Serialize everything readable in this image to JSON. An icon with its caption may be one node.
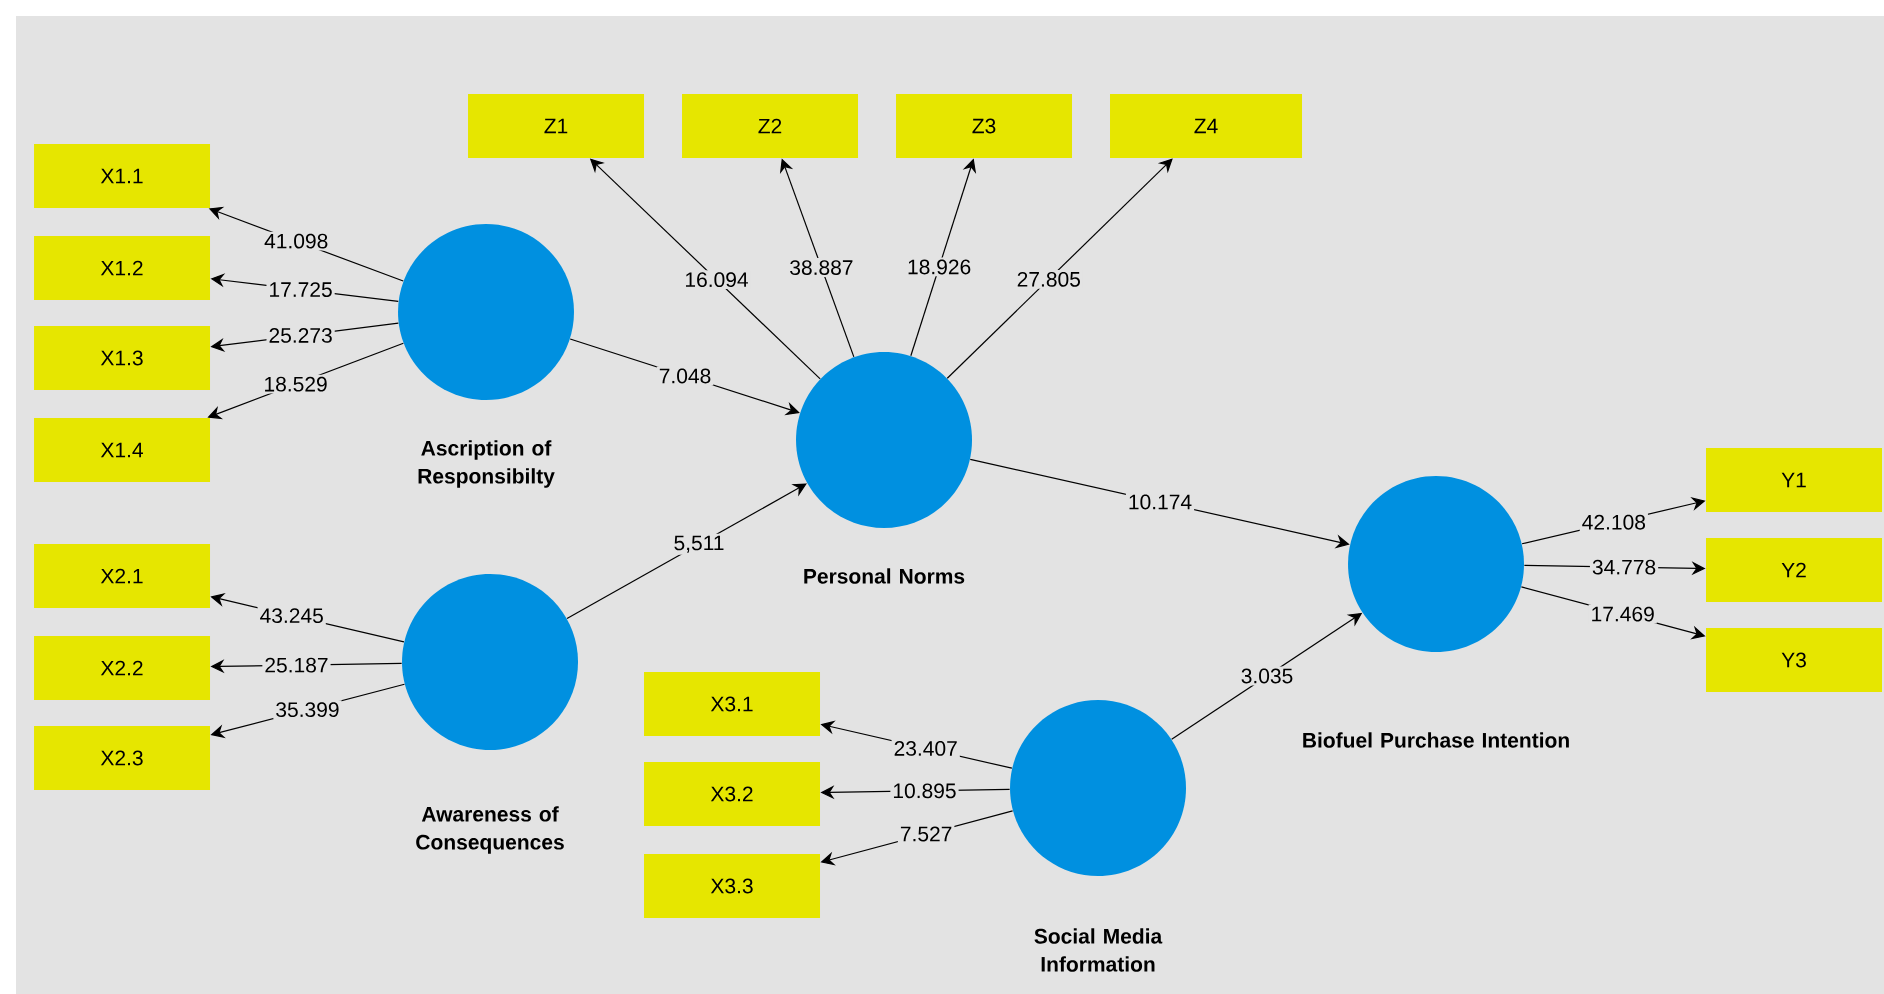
{
  "diagram": {
    "nodes": [
      {
        "text": [
          "Z1"
        ]
      },
      {
        "text": [
          "Z2"
        ]
      },
      {
        "text": [
          "Z3"
        ]
      },
      {
        "text": [
          "Z4"
        ]
      },
      {
        "text": [
          "X1.1"
        ]
      },
      {
        "text": [
          "X1.2"
        ]
      },
      {
        "text": [
          "X1.3"
        ]
      },
      {
        "text": [
          "X1.4"
        ]
      },
      {
        "text": [
          "Ascription of Responsibilty"
        ]
      },
      {
        "text": [
          "Personal Norms"
        ]
      },
      {
        "text": [
          "X2.1"
        ]
      },
      {
        "text": [
          "X2.2"
        ]
      },
      {
        "text": [
          "X2.3"
        ]
      },
      {
        "text": [
          "Awareness of Consequences"
        ]
      },
      {
        "text": [
          "X3.1"
        ]
      },
      {
        "text": [
          "X3.2"
        ]
      },
      {
        "text": [
          "X3.3"
        ]
      },
      {
        "text": [
          "Social Media Information"
        ]
      },
      {
        "text": [
          "Biofuel Purchase Intention"
        ]
      },
      {
        "text": [
          "Y1"
        ]
      },
      {
        "text": [
          "Y2"
        ]
      },
      {
        "text": [
          "Y3"
        ]
      }
    ],
    "edges": [
      {
        "from": 9,
        "to": 0,
        "arrow": "to",
        "label": "16.094"
      },
      {
        "from": 9,
        "to": 1,
        "arrow": "to",
        "label": "38.887"
      },
      {
        "from": 9,
        "to": 2,
        "arrow": "to",
        "label": "18.926"
      },
      {
        "from": 9,
        "to": 3,
        "arrow": "to",
        "label": "27.805"
      },
      {
        "from": 8,
        "to": 4,
        "arrow": "to",
        "label": "41.098"
      },
      {
        "from": 8,
        "to": 5,
        "arrow": "to",
        "label": "17.725"
      },
      {
        "from": 8,
        "to": 6,
        "arrow": "to",
        "label": "25.273"
      },
      {
        "from": 8,
        "to": 7,
        "arrow": "to",
        "label": "18.529"
      },
      {
        "from": 8,
        "to": 9,
        "arrow": "to",
        "label": "7.048"
      },
      {
        "from": 13,
        "to": 9,
        "arrow": "to",
        "label": "5,511"
      },
      {
        "from": 9,
        "to": 18,
        "arrow": "to",
        "label": "10.174"
      },
      {
        "from": 13,
        "to": 10,
        "arrow": "to",
        "label": "43.245"
      },
      {
        "from": 13,
        "to": 11,
        "arrow": "to",
        "label": "25.187"
      },
      {
        "from": 13,
        "to": 12,
        "arrow": "to",
        "label": "35.399"
      },
      {
        "from": 17,
        "to": 14,
        "arrow": "to",
        "label": "23.407"
      },
      {
        "from": 17,
        "to": 15,
        "arrow": "to",
        "label": "10.895"
      },
      {
        "from": 17,
        "to": 16,
        "arrow": "to",
        "label": "7.527"
      },
      {
        "from": 17,
        "to": 18,
        "arrow": "to",
        "label": "3.035"
      },
      {
        "from": 18,
        "to": 19,
        "arrow": "to",
        "label": "42.108"
      },
      {
        "from": 18,
        "to": 20,
        "arrow": "to",
        "label": "34.778"
      },
      {
        "from": 18,
        "to": 21,
        "arrow": "to",
        "label": "17.469"
      }
    ]
  }
}
